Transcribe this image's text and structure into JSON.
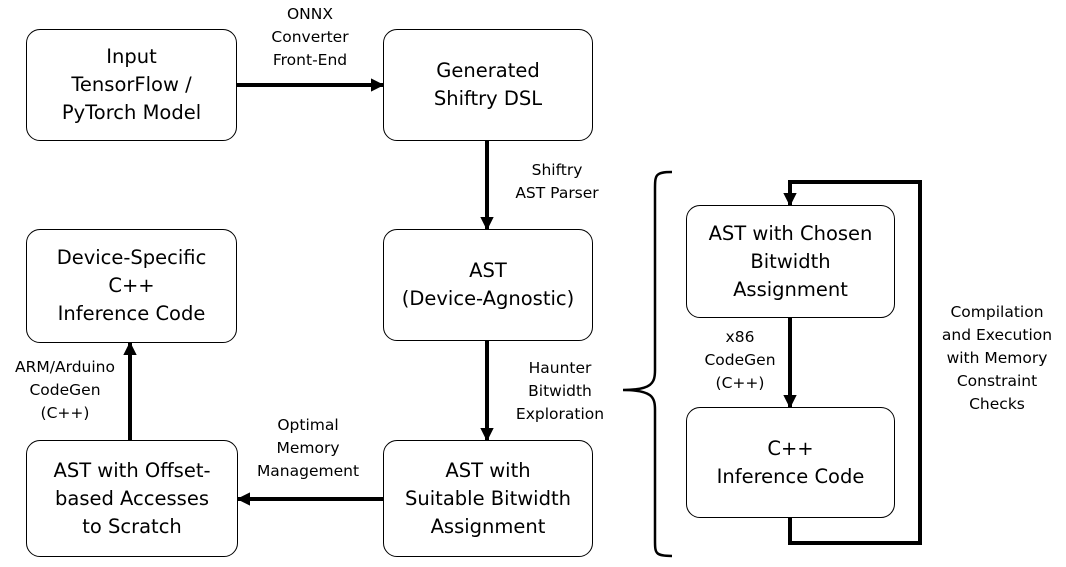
{
  "nodes": {
    "input_model": "Input\nTensorFlow /\nPyTorch Model",
    "shiftry_dsl": "Generated\nShiftry DSL",
    "ast_agnostic": "AST\n(Device-Agnostic)",
    "ast_suitable": "AST with\nSuitable Bitwidth\nAssignment",
    "ast_offset": "AST with Offset-\nbased Accesses\nto Scratch",
    "device_code": "Device-Specific\nC++\nInference Code",
    "ast_chosen": "AST with Chosen\nBitwidth\nAssignment",
    "cpp_code": "C++\nInference Code"
  },
  "edges": {
    "onnx": "ONNX\nConverter\nFront-End",
    "parser": "Shiftry\nAST Parser",
    "haunter": "Haunter\nBitwidth\nExploration",
    "memory": "Optimal\nMemory\nManagement",
    "arm": "ARM/Arduino\nCodeGen\n(C++)",
    "x86": "x86\nCodeGen\n(C++)",
    "loop": "Compilation\nand Execution\nwith Memory\nConstraint\nChecks"
  }
}
